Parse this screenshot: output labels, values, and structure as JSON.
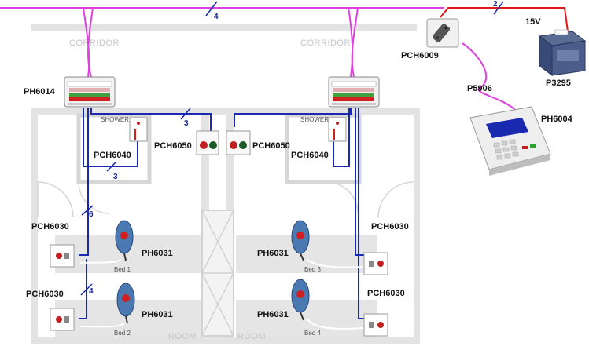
{
  "plan_text": {
    "corridor_left": "CORRIDOR",
    "corridor_right": "CORRIDOR",
    "room_left": "ROOM",
    "room_right": "ROOM",
    "shower_left": "SHOWER",
    "shower_right": "SHOWER"
  },
  "devices": {
    "ph6014": "PH6014",
    "pch6009": "PCH6009",
    "p3295": "P3295",
    "p5906": "P5906",
    "ph6004": "PH6004",
    "pch6040_left": "PCH6040",
    "pch6040_right": "PCH6040",
    "pch6050_left": "PCH6050",
    "pch6050_right": "PCH6050",
    "pch6030_left_top": "PCH6030",
    "pch6030_left_bottom": "PCH6030",
    "pch6030_right_top": "PCH6030",
    "pch6030_right_bottom": "PCH6030",
    "ph6031_left_top": "PH6031",
    "ph6031_left_bottom": "PH6031",
    "ph6031_right_top": "PH6031",
    "ph6031_right_bottom": "PH6031",
    "voltage": "15V"
  },
  "beds": {
    "bed1": "Bed 1",
    "bed2": "Bed 2",
    "bed3": "Bed 3",
    "bed4": "Bed 4"
  },
  "wire_counts": {
    "top_bus": "4",
    "red_supply": "2",
    "blue_corridor": "3",
    "blue_shower_left": "3",
    "blue_vertical_left": "6",
    "blue_bed2_left": "4"
  },
  "colors": {
    "bus_wire": "#e040e0",
    "supply_wire": "#e01818",
    "room_wire": "#1a2ab0",
    "floor_plan": "#e3e3e3"
  }
}
